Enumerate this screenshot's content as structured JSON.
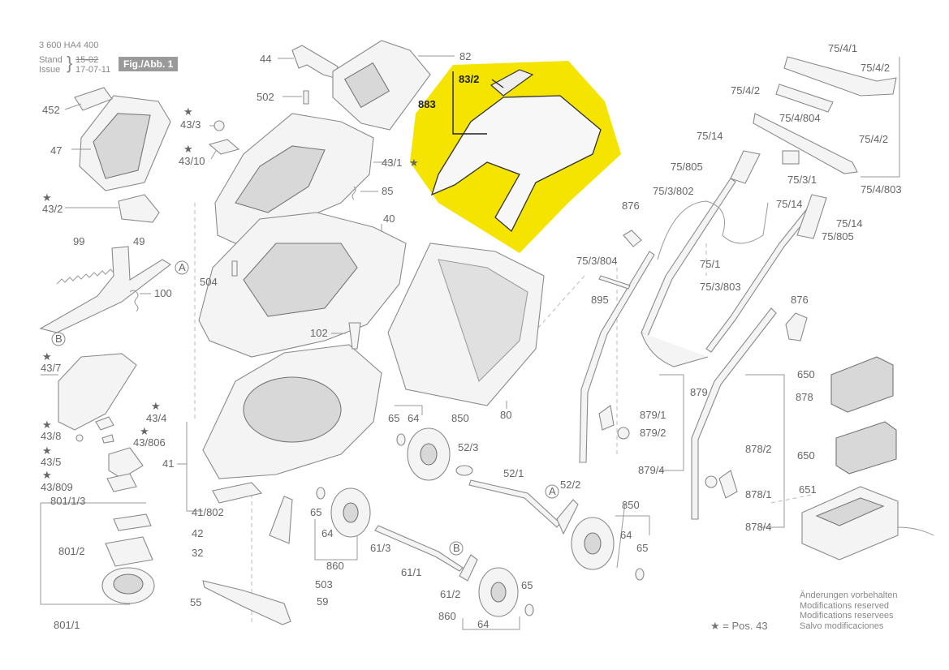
{
  "header": {
    "doc_number": "3 600 HA4 400",
    "stand_label": "Stand",
    "issue_label": "Issue",
    "stand_value": "15-02",
    "issue_value": "17-07-11",
    "figure": "Fig./Abb. 1"
  },
  "highlight_color": "#f5e400",
  "notes": [
    "Änderungen vorbehalten",
    "Modifications reserved",
    "Modifications reservees",
    "Salvo modificaciones"
  ],
  "legend": "★ = Pos. 43",
  "labels": {
    "l452": "452",
    "l47": "47",
    "l43_3": "43/3",
    "l43_10": "43/10",
    "l44": "44",
    "l502": "502",
    "l82": "82",
    "l83_2": "83/2",
    "l883": "883",
    "l43_1": "43/1",
    "l85": "85",
    "l40": "40",
    "l43_2": "43/2",
    "l99": "99",
    "l49": "49",
    "l504": "504",
    "l100": "100",
    "l102": "102",
    "l43_7": "43/7",
    "l43_4": "43/4",
    "l43_806": "43/806",
    "l43_8": "43/8",
    "l43_5": "43/5",
    "l43_809": "43/809",
    "l41": "41",
    "l41_802": "41/802",
    "l801_1_3": "801/1/3",
    "l801_2": "801/2",
    "l801_1": "801/1",
    "l42": "42",
    "l32": "32",
    "l503": "503",
    "l59": "59",
    "l55": "55",
    "l65a": "65",
    "l64a": "64",
    "l850a": "850",
    "l80": "80",
    "l52_3": "52/3",
    "l52_1": "52/1",
    "l52_2": "52/2",
    "l65b": "65",
    "l64b": "64",
    "l860a": "860",
    "l61_3": "61/3",
    "l61_1": "61/1",
    "l61_2": "61/2",
    "l65c": "65",
    "l860b": "860",
    "l64c": "64",
    "l850b": "850",
    "l64d": "64",
    "l65d": "65",
    "l75_4_1": "75/4/1",
    "l75_4_2a": "75/4/2",
    "l75_4_2b": "75/4/2",
    "l75_4_804": "75/4/804",
    "l75_14a": "75/14",
    "l75_4_2c": "75/4/2",
    "l75_805a": "75/805",
    "l75_3_1": "75/3/1",
    "l75_3_802": "75/3/802",
    "l75_14b": "75/14",
    "l75_4_803": "75/4/803",
    "l75_14c": "75/14",
    "l75_805b": "75/805",
    "l876a": "876",
    "l75_3_804": "75/3/804",
    "l75_1": "75/1",
    "l75_3_803": "75/3/803",
    "l895": "895",
    "l876b": "876",
    "l879": "879",
    "l878": "878",
    "l879_1": "879/1",
    "l879_2": "879/2",
    "l879_4": "879/4",
    "l878_2": "878/2",
    "l878_1": "878/1",
    "l878_4": "878/4",
    "l650a": "650",
    "l650b": "650",
    "l651": "651"
  }
}
